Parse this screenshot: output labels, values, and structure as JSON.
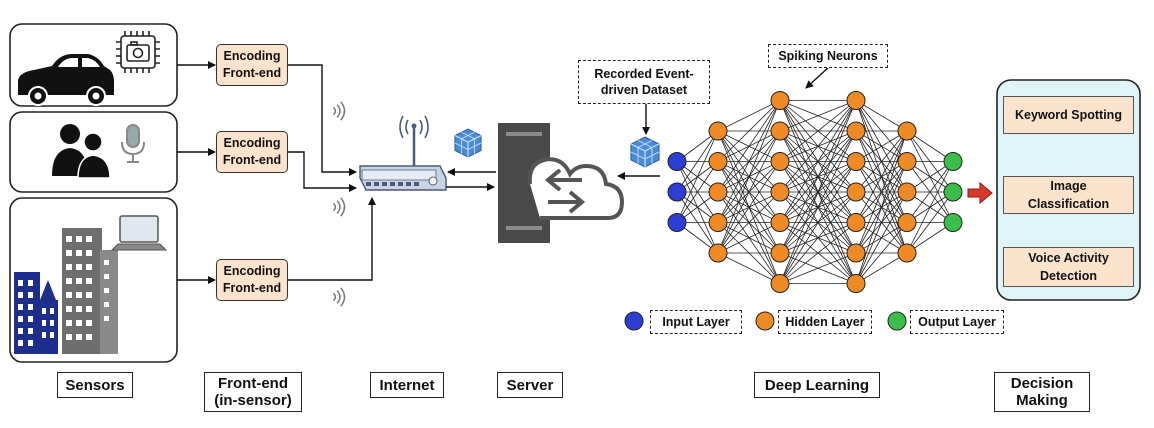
{
  "stages": {
    "sensors": "Sensors",
    "frontend": "Front-end\n(in-sensor)",
    "internet": "Internet",
    "server": "Server",
    "deep_learning": "Deep Learning",
    "decision": "Decision\nMaking"
  },
  "encoders": [
    "Encoding\nFront-end",
    "Encoding\nFront-end",
    "Encoding\nFront-end"
  ],
  "dataset_label": "Recorded Event-\ndriven Dataset",
  "neurons_label": "Spiking Neurons",
  "legend": {
    "input": "Input Layer",
    "hidden": "Hidden Layer",
    "output": "Output Layer"
  },
  "tasks": [
    "Keyword Spotting",
    "Image\nClassification",
    "Voice Activity\nDetection"
  ],
  "network": {
    "layers": [
      3,
      5,
      7,
      7,
      5,
      3
    ]
  },
  "colors": {
    "input_node": "#2b3fd6",
    "hidden_node": "#f08a24",
    "output_node": "#3cbf4a",
    "encoder_fill": "#fbe3cc",
    "decision_panel": "#dff4f6",
    "arrow_red": "#d83a2a"
  },
  "icons": [
    "car-icon",
    "camera-chip-icon",
    "people-icon",
    "microphone-icon",
    "buildings-icon",
    "laptop-icon",
    "wireless-signal-icon",
    "router-icon",
    "cube-icon",
    "server-icon",
    "cloud-icon"
  ]
}
